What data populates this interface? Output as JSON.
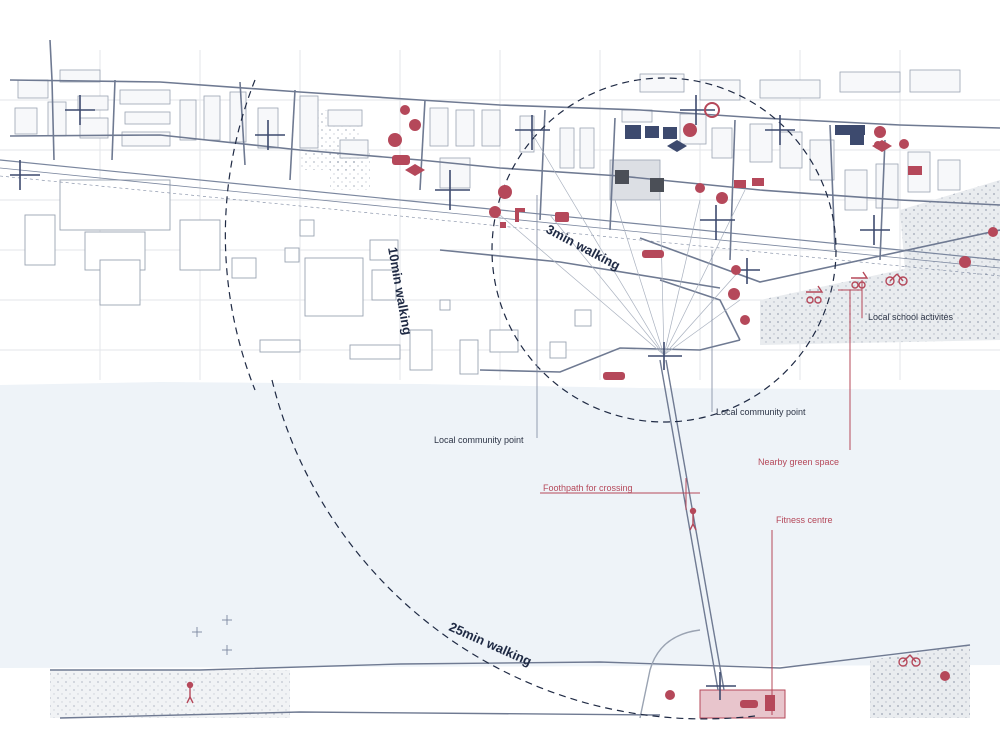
{
  "walking_rings": {
    "three_min": "3min walking",
    "ten_min": "10min walking",
    "twentyfive_min": "25min walking"
  },
  "annotations": {
    "local_community_point_1": "Local community point",
    "local_community_point_2": "Local community point",
    "local_school_activities": "Local school activites",
    "nearby_green_space": "Nearby green space",
    "footpath_for_crossing": "Foothpath for crossing",
    "fitness_centre": "Fitness centre"
  },
  "colors": {
    "accent_red": "#b5485a",
    "navy": "#3d4a6e",
    "street": "#7a869e",
    "river": "#eef3f8",
    "green": "#e9ecef"
  },
  "icons": [
    "cafe-icon",
    "music-icon",
    "basketball-icon",
    "education-icon",
    "car-icon",
    "shopping-cart-icon",
    "paw-icon",
    "bicycle-icon",
    "stroller-icon",
    "pedestrian-icon"
  ]
}
